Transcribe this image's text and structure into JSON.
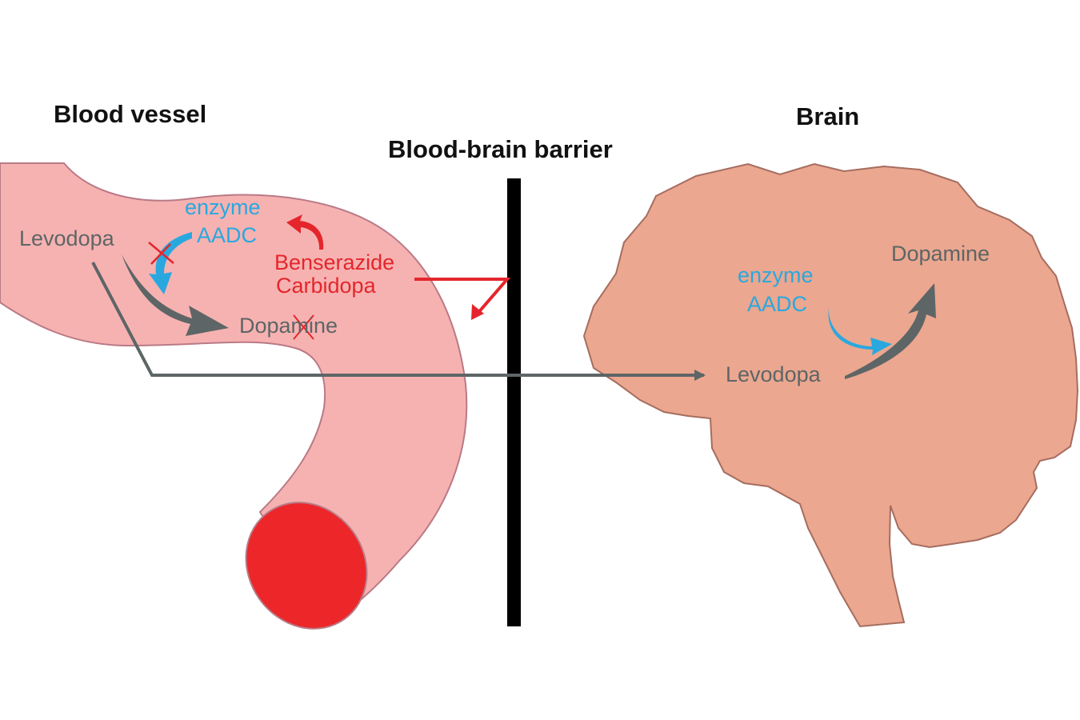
{
  "colors": {
    "vessel": "#f6b2b1",
    "vessel_outline": "#b97a86",
    "vessel_opening": "#ec2629",
    "brain": "#eba78f",
    "brain_outline": "#a56d60",
    "barrier": "#000000",
    "text_grey": "#5e6566",
    "enzyme_blue": "#29a8e0",
    "inhibitor_red": "#e4262c",
    "arrow_grey": "#5e6566"
  },
  "headings": {
    "blood_vessel": "Blood vessel",
    "barrier": "Blood-brain barrier",
    "brain": "Brain"
  },
  "vessel": {
    "levodopa": "Levodopa",
    "enzyme_line1": "enzyme",
    "enzyme_line2": "AADC",
    "inhibitor_line1": "Benserazide",
    "inhibitor_line2": "Carbidopa",
    "dopamine": "Dopamine"
  },
  "brain_labels": {
    "enzyme_line1": "enzyme",
    "enzyme_line2": "AADC",
    "levodopa": "Levodopa",
    "dopamine": "Dopamine"
  }
}
